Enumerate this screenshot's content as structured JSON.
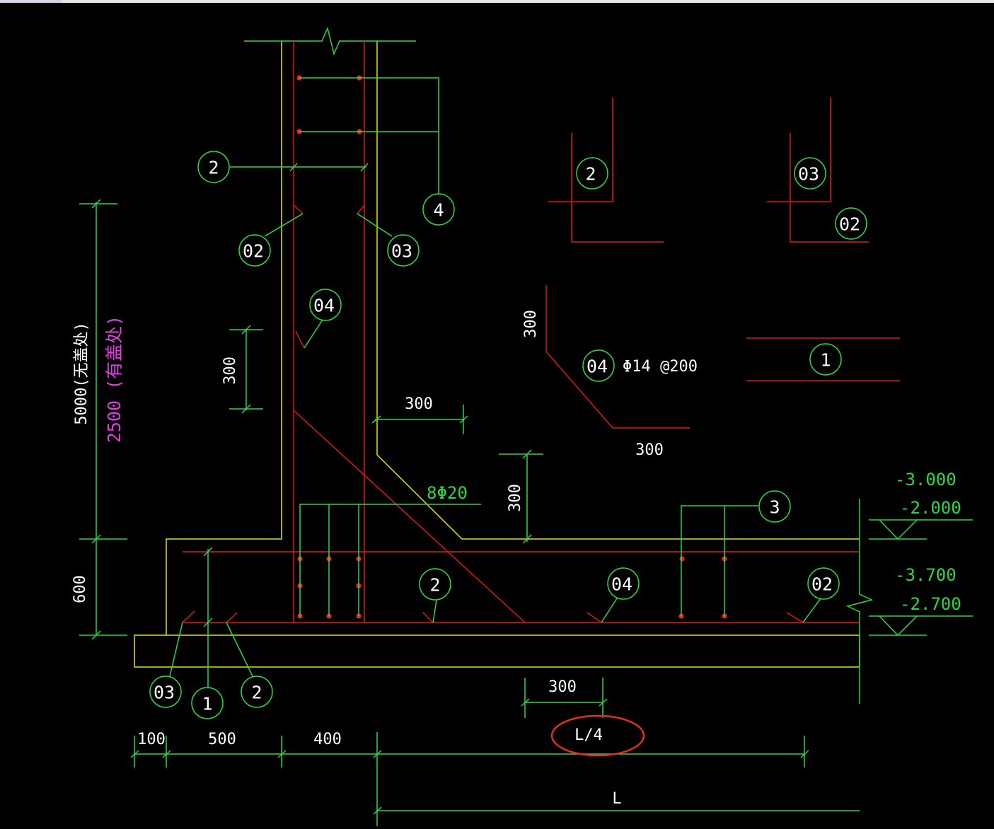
{
  "colors": {
    "background": "#000000",
    "concrete_outline": "#e0e000",
    "rebar": "#e01818",
    "dimension": "#29d944",
    "text": "#ffffff",
    "wall_height_note": "#e040e0",
    "rebar_dot": "#ff2020",
    "highlight_ellipse": "#e03020"
  },
  "markers": {
    "top_2": "2",
    "top_4": "4",
    "wall_02": "02",
    "wall_03": "03",
    "wall_04": "04",
    "detail_2": "2",
    "detail_03": "03",
    "detail_02": "02",
    "detail_04": "04",
    "detail_1": "1",
    "slab_3": "3",
    "slab_2": "2",
    "slab_04": "04",
    "slab_02": "02",
    "base_03": "03",
    "base_1": "1",
    "base_2": "2"
  },
  "dimensions": {
    "wall_300": "300",
    "haunch_300_h": "300",
    "haunch_300_v": "300",
    "detail_300_v": "300",
    "detail_300_h": "300",
    "bottom_300": "300",
    "wall_height_600": "600",
    "d100": "100",
    "d500": "500",
    "d400": "400",
    "quarter_span": "L/4",
    "span": "L"
  },
  "annotations": {
    "wall_height_no_cover": "5000(无盖处)",
    "wall_height_with_cover": "2500 (有盖处)",
    "haunch_rebar_spec": "Φ14 @200",
    "longitudinal_rebar": "8Φ20"
  },
  "elevations": {
    "upper_1": "-3.000",
    "upper_2": "-2.000",
    "lower_1": "-3.700",
    "lower_2": "-2.700"
  }
}
